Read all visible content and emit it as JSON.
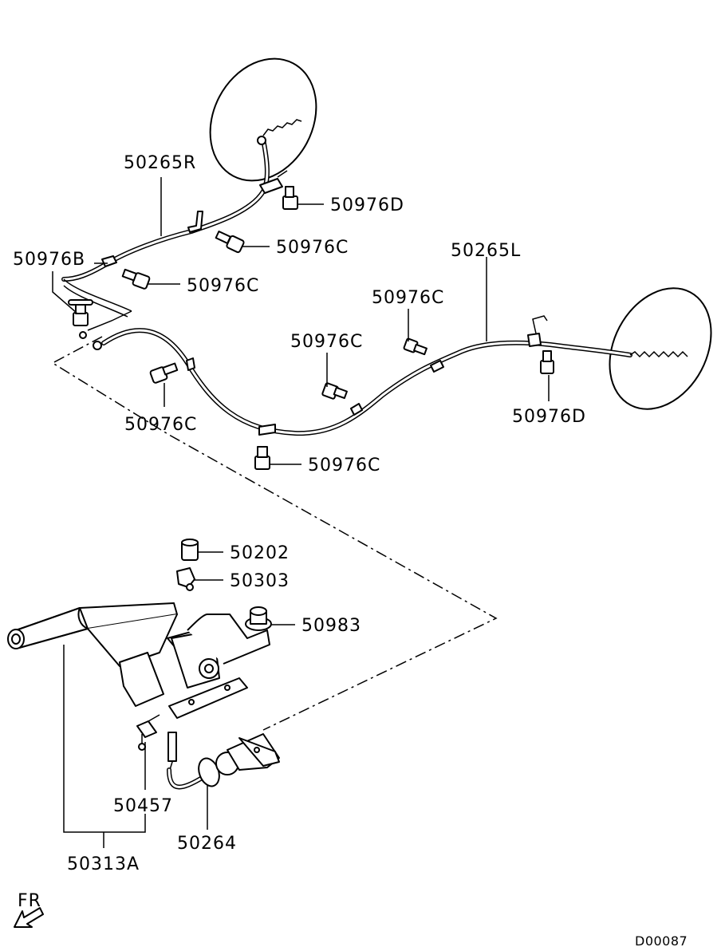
{
  "diagram_code": "D00087",
  "direction_label": "FR",
  "parts": [
    {
      "key": "cable_right",
      "label": "50265R"
    },
    {
      "key": "cable_left",
      "label": "50265L"
    },
    {
      "key": "bolt_b",
      "label": "50976B"
    },
    {
      "key": "bolt_c_1",
      "label": "50976C"
    },
    {
      "key": "bolt_c_2",
      "label": "50976C"
    },
    {
      "key": "bolt_c_3",
      "label": "50976C"
    },
    {
      "key": "bolt_c_4",
      "label": "50976C"
    },
    {
      "key": "bolt_c_5",
      "label": "50976C"
    },
    {
      "key": "bolt_c_6",
      "label": "50976C"
    },
    {
      "key": "bolt_d_1",
      "label": "50976D"
    },
    {
      "key": "bolt_d_2",
      "label": "50976D"
    },
    {
      "key": "cap",
      "label": "50202"
    },
    {
      "key": "clip",
      "label": "50303"
    },
    {
      "key": "nut",
      "label": "50983"
    },
    {
      "key": "switch",
      "label": "50457"
    },
    {
      "key": "front_cable",
      "label": "50264"
    },
    {
      "key": "lever_assy",
      "label": "50313A"
    }
  ]
}
